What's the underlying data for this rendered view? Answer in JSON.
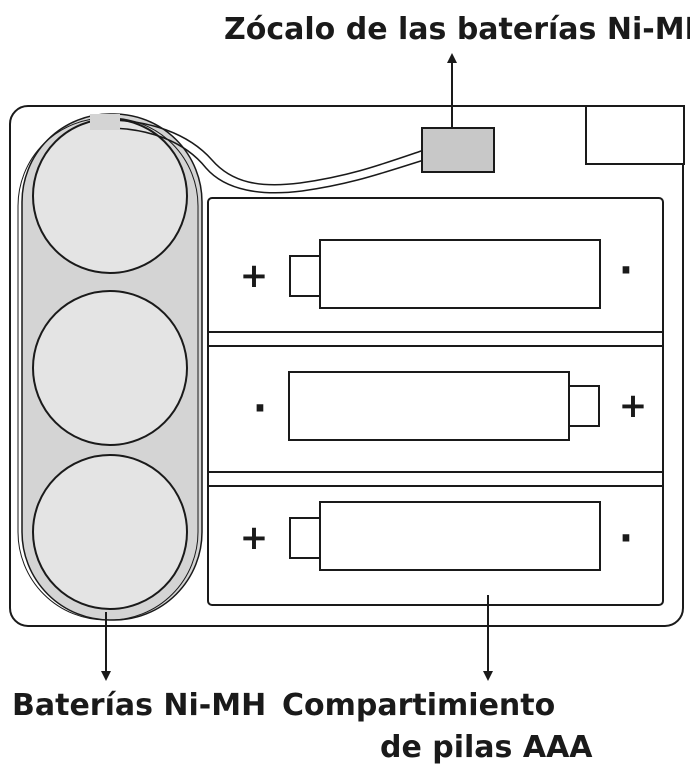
{
  "labels": {
    "socket": "Zócalo de las baterías Ni-MH",
    "nimh_batteries": "Baterías Ni-MH",
    "compartment_line1": "Compartimiento",
    "compartment_line2": "de pilas AAA"
  },
  "terminals": {
    "row1_left": "+",
    "row1_right": "·",
    "row2_left": "·",
    "row2_right": "+",
    "row3_left": "+",
    "row3_right": "·"
  },
  "colors": {
    "stroke": "#1a1a1a",
    "pack_fill": "#d4d4d4",
    "socket_fill": "#c8c8c8"
  }
}
